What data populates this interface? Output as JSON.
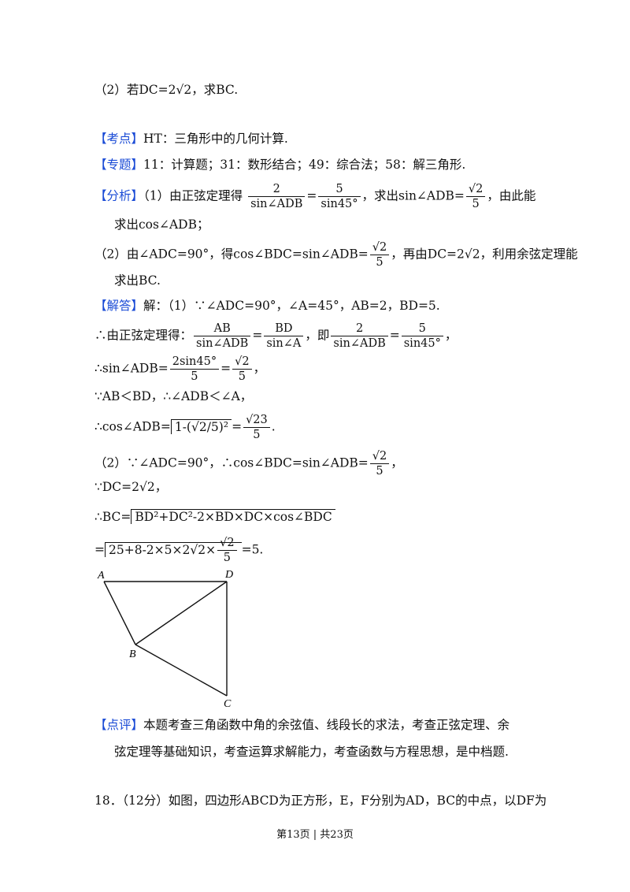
{
  "q2": "（2）若DC=2√2，求BC.",
  "kaodian": {
    "tag": "【考点】",
    "text": "HT：三角形中的几何计算."
  },
  "zhuanti": {
    "tag": "【专题】",
    "text": "11：计算题；31：数形结合；49：综合法；58：解三角形."
  },
  "fenxi": {
    "tag": "【分析】",
    "l1a": "（1）由正弦定理得",
    "f1n": "2",
    "f1d": "sin∠ADB",
    "eq": "=",
    "f2n": "5",
    "f2d": "sin45°",
    "l1b": "，求出sin∠ADB=",
    "f3n": "√2",
    "f3d": "5",
    "l1c": "，由此能",
    "l2": "求出cos∠ADB；",
    "l3a": "（2）由∠ADC=90°，得cos∠BDC=sin∠ADB=",
    "f4n": "√2",
    "f4d": "5",
    "l3b": "，再由DC=2√2，利用余弦定理能",
    "l4": "求出BC."
  },
  "jieda": {
    "tag": "【解答】",
    "l1": "解：（1）∵∠ADC=90°，∠A=45°，AB=2，BD=5.",
    "l2a": "∴由正弦定理得：",
    "g1n": "AB",
    "g1d": "sin∠ADB",
    "g2n": "BD",
    "g2d": "sin∠A",
    "l2b": "，即",
    "g3n": "2",
    "g3d": "sin∠ADB",
    "g4n": "5",
    "g4d": "sin45°",
    "l2c": "，",
    "l3a": "∴sin∠ADB=",
    "h1n": "2sin45°",
    "h1d": "5",
    "h2n": "√2",
    "h2d": "5",
    "l3b": "，",
    "l4": "∵AB＜BD，∴∠ADB＜∠A，",
    "l5a": "∴cos∠ADB=",
    "l5rad": "1-(√2/5)²",
    "l5res_n": "√23",
    "l5res_d": "5",
    "l5b": ".",
    "l6a": "（2）∵∠ADC=90°，∴cos∠BDC=sin∠ADB=",
    "l6n": "√2",
    "l6d": "5",
    "l6b": "，",
    "l7": "∵DC=2√2，",
    "l8a": "∴BC=",
    "l8rad": "BD²+DC²-2×BD×DC×cos∠BDC",
    "l9a": "=",
    "l9rad": "25+8-2×5×2√2×",
    "l9n": "√2",
    "l9d": "5",
    "l9b": "=5."
  },
  "diagram": {
    "A": "A",
    "B": "B",
    "C": "C",
    "D": "D"
  },
  "dianping": {
    "tag": "【点评】",
    "l1": "本题考查三角函数中角的余弦值、线段长的求法，考查正弦定理、余",
    "l2": "弦定理等基础知识，考查运算求解能力，考查函数与方程思想，是中档题."
  },
  "q18": "18．（12分）如图，四边形ABCD为正方形，E，F分别为AD，BC的中点，以DF为",
  "footer": "第13页 | 共23页"
}
